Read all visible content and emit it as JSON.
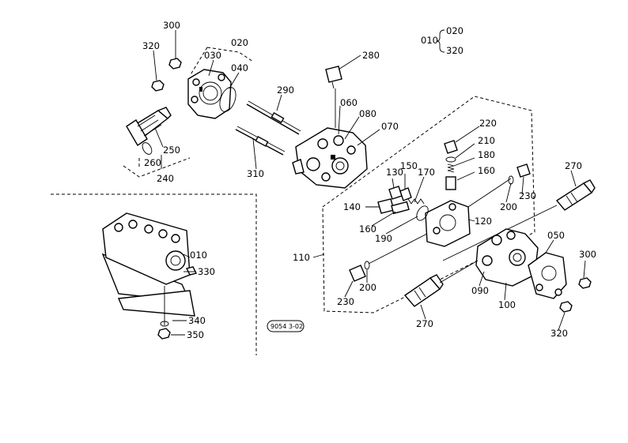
{
  "labels": {
    "l300a": "300",
    "l020": "020",
    "l320a": "320",
    "l030": "030",
    "l040": "040",
    "l280": "280",
    "l290": "290",
    "l060": "060",
    "l080": "080",
    "l070": "070",
    "l250": "250",
    "l260": "260",
    "l240": "240",
    "l310": "310",
    "l220": "220",
    "l210": "210",
    "l180": "180",
    "l160a": "160",
    "l130": "130",
    "l150": "150",
    "l170": "170",
    "l140": "140",
    "l160b": "160",
    "l190": "190",
    "l120": "120",
    "l110": "110",
    "l200a": "200",
    "l230a": "230",
    "l270a": "270",
    "l050": "050",
    "l300b": "300",
    "l090": "090",
    "l100": "100",
    "l320b": "320",
    "l230b": "230",
    "l200b": "200",
    "l270b": "270",
    "l010a": "010",
    "l330": "330",
    "l340": "340",
    "l350": "350",
    "legend_010": "010",
    "legend_020": "020",
    "legend_320": "320",
    "ref_code": "9054 3-02"
  },
  "colors": {
    "ink": "#000000",
    "paper": "#ffffff"
  }
}
